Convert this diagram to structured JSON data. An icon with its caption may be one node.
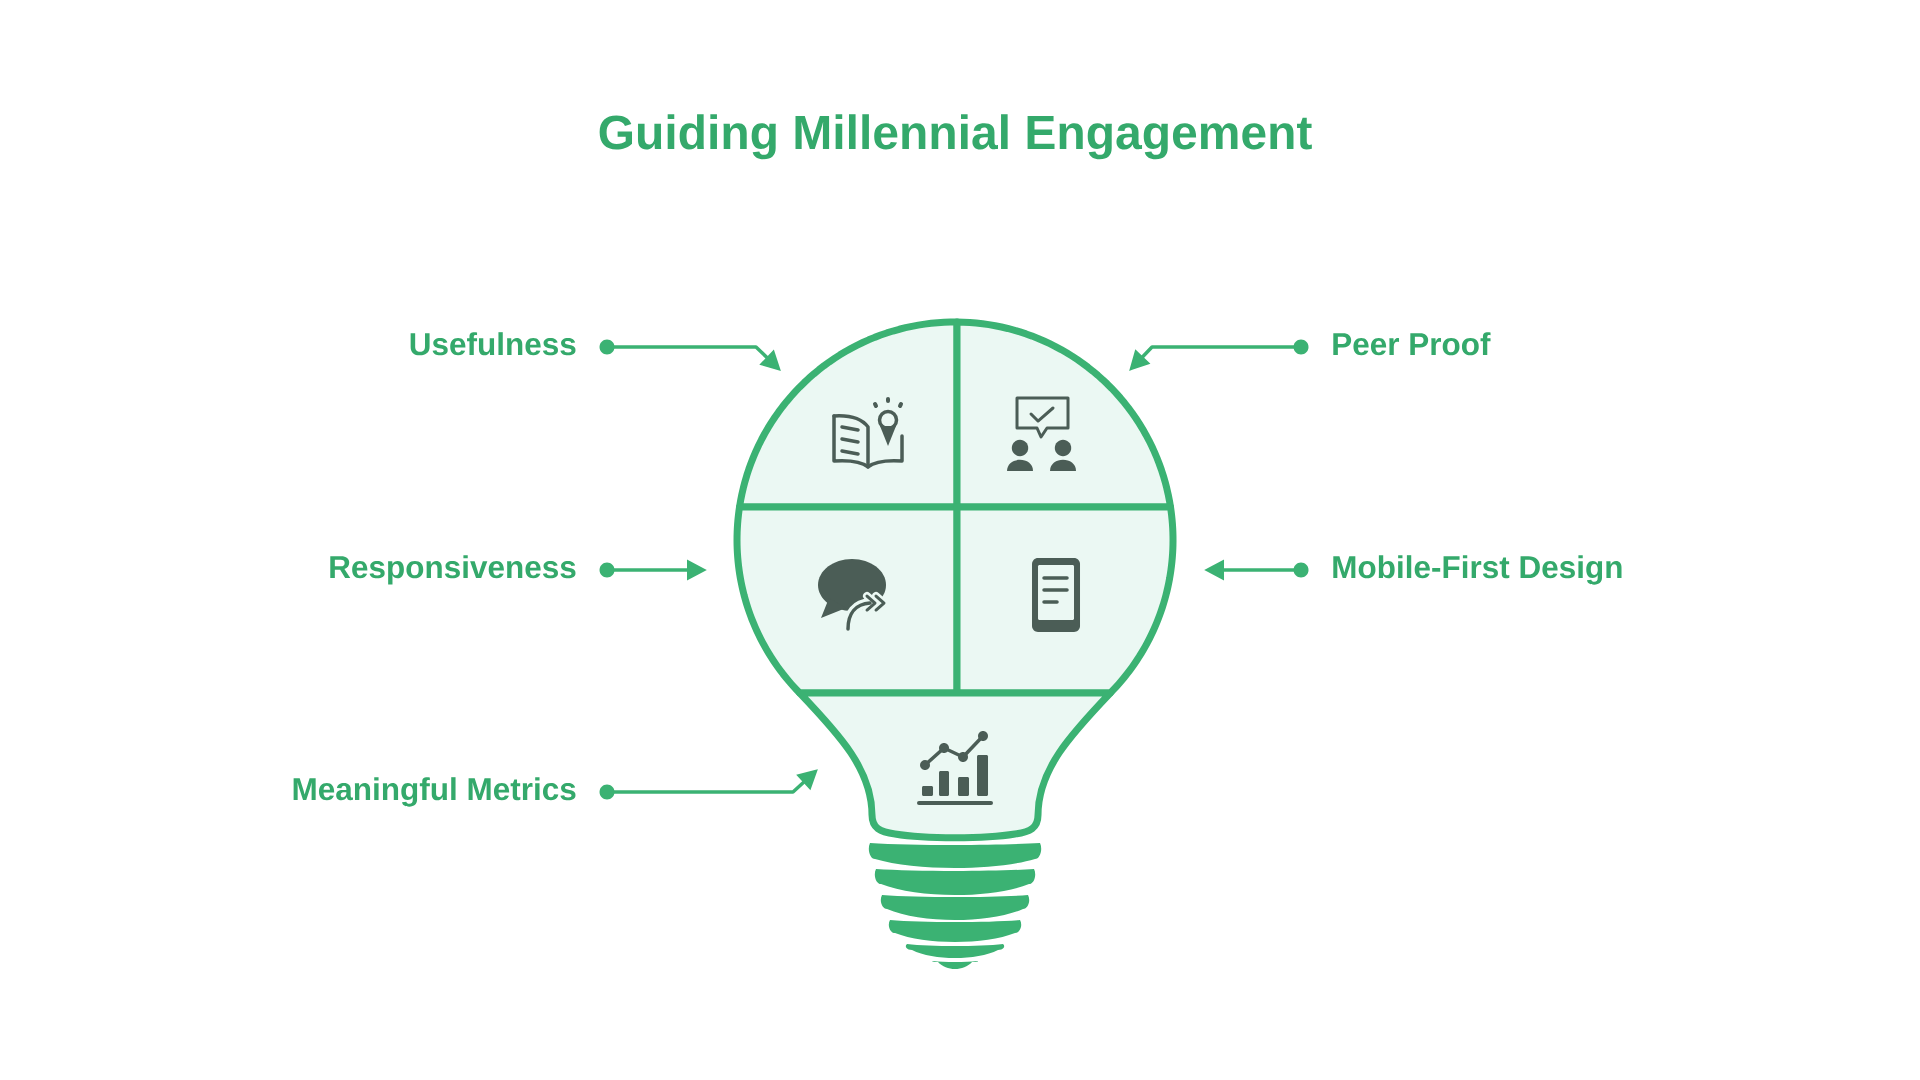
{
  "diagram": {
    "title": "Guiding Millennial Engagement",
    "nodes": [
      {
        "text": [
          "Usefulness"
        ]
      },
      {
        "text": [
          "Peer Proof"
        ]
      },
      {
        "text": [
          "Responsiveness"
        ]
      },
      {
        "text": [
          "Mobile-First Design"
        ]
      },
      {
        "text": [
          "Meaningful Metrics"
        ]
      },
      {
        "text": [],
        "shape": "picture"
      },
      {
        "text": [],
        "shape": "picture"
      },
      {
        "text": [],
        "shape": "picture"
      },
      {
        "text": [],
        "shape": "picture"
      },
      {
        "text": [],
        "shape": "picture"
      }
    ],
    "edges": [
      {
        "from": 0,
        "to": 5,
        "arrow": "to"
      },
      {
        "from": 1,
        "to": 6,
        "arrow": "to"
      },
      {
        "from": 2,
        "to": 7,
        "arrow": "to"
      },
      {
        "from": 3,
        "to": 8,
        "arrow": "to"
      },
      {
        "from": 4,
        "to": 9,
        "arrow": "to"
      }
    ]
  }
}
